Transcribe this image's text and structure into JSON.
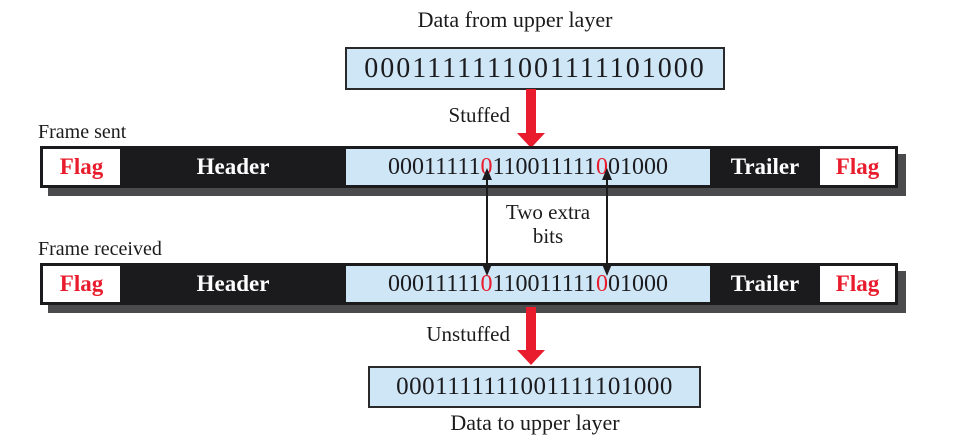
{
  "colors": {
    "light_blue": "#cfe6f7",
    "red": "#e81c2c",
    "black": "#1b1b1d",
    "shadow_gray": "#4b4b4d",
    "white": "#ffffff"
  },
  "upper": {
    "label": "Data from upper layer",
    "bits": "0001111111001111101000"
  },
  "stuffed_label": "Stuffed",
  "unstuffed_label": "Unstuffed",
  "frame_sent_label": "Frame sent",
  "frame_received_label": "Frame received",
  "frame": {
    "flag": "Flag",
    "header": "Header",
    "trailer": "Trailer",
    "bits_pre": "00011111",
    "stuffed_bit_1": "0",
    "bits_mid": "110011111",
    "stuffed_bit_2": "0",
    "bits_post": "01000",
    "full_stuffed_bits": "000111110110011111001000"
  },
  "extra_bits_note": {
    "line1": "Two extra",
    "line2": "bits"
  },
  "lower": {
    "bits": "0001111111001111101000",
    "label": "Data to upper layer"
  }
}
